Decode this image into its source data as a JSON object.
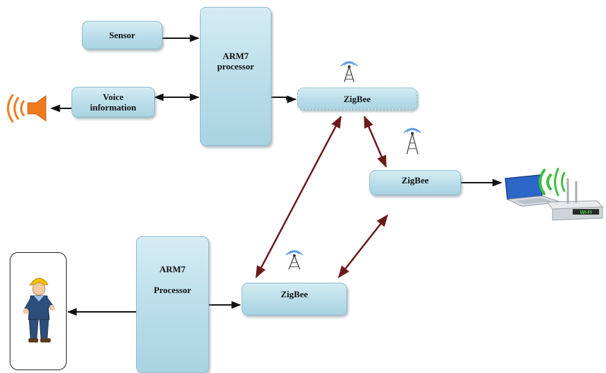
{
  "blocks": {
    "sensor": "Sensor",
    "voice_line1": "Voice",
    "voice_line2": "information",
    "arm_top_line1": "ARM7",
    "arm_top_line2": "processor",
    "zigbee_top": "ZigBee",
    "zigbee_mid": "ZigBee",
    "zigbee_bottom": "ZigBee",
    "arm_bottom_line1": "ARM7",
    "arm_bottom_line2": "Processor"
  },
  "router_label": "WI-FI",
  "colors": {
    "block_fill": "#b9dde9",
    "wireless_link": "#6b1a1a",
    "wire": "#111111",
    "speaker": "#f07a1e",
    "wifi_waves": "#3fbf3f"
  },
  "icons": [
    "speaker-icon",
    "antenna-icon",
    "laptop-icon",
    "wifi-router-icon",
    "worker-icon"
  ]
}
